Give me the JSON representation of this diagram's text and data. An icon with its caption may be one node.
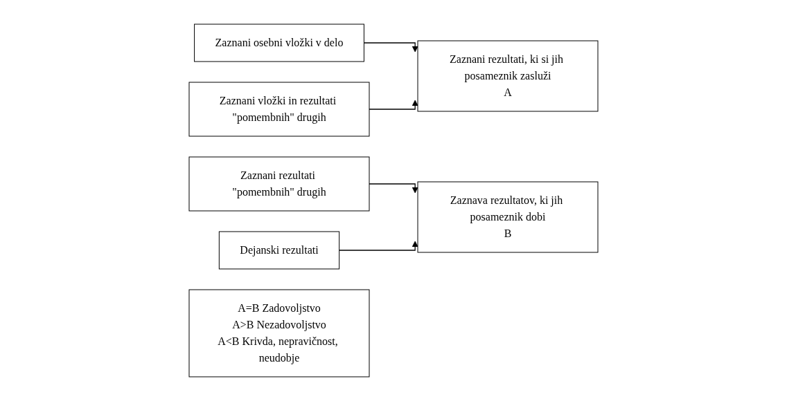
{
  "diagram": {
    "nodes": [
      {
        "text": [
          "Zaznani osebni vložki v delo"
        ]
      },
      {
        "text": [
          "Zaznani vložki in rezultati \"pomembnih\" drugih"
        ]
      },
      {
        "text": [
          "Zaznani rezultati, ki si jih posameznik zasluži",
          "A"
        ]
      },
      {
        "text": [
          "Zaznani rezultati \"pomembnih\" drugih"
        ]
      },
      {
        "text": [
          "Dejanski rezultati"
        ]
      },
      {
        "text": [
          "Zaznava rezultatov, ki jih posameznik dobi",
          "B"
        ]
      },
      {
        "text": [
          "A=B Zadovoljstvo",
          "A>B Nezadovoljstvo",
          "A<B Krivda, nepravičnost, neudobje"
        ]
      }
    ],
    "edges": [
      {
        "from": 0,
        "to": 2,
        "arrow": "to"
      },
      {
        "from": 1,
        "to": 2,
        "arrow": "to"
      },
      {
        "from": 3,
        "to": 5,
        "arrow": "to"
      },
      {
        "from": 4,
        "to": 5,
        "arrow": "to"
      }
    ]
  }
}
